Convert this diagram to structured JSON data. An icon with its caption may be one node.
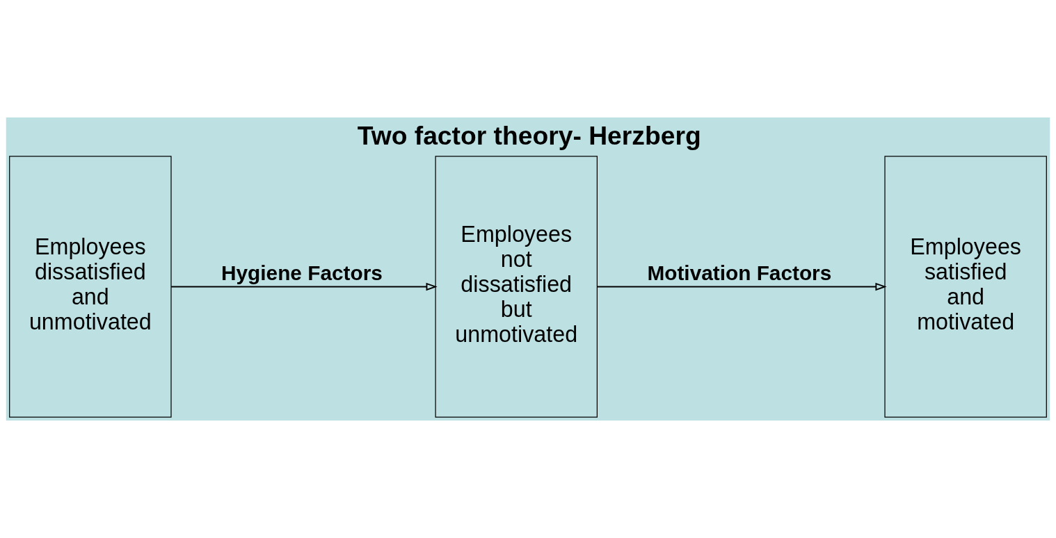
{
  "diagram": {
    "title": "Two factor theory- Herzberg",
    "nodes": [
      {
        "text": [
          "Employees dissatisfied and unmotivated"
        ]
      },
      {
        "text": [
          "Employees not dissatisfied but unmotivated"
        ]
      },
      {
        "text": [
          "Employees satisfied and motivated"
        ]
      }
    ],
    "edges": [
      {
        "from": 0,
        "to": 1,
        "arrow": "to",
        "label": "Hygiene Factors"
      },
      {
        "from": 1,
        "to": 2,
        "arrow": "to",
        "label": "Motivation Factors"
      }
    ]
  }
}
